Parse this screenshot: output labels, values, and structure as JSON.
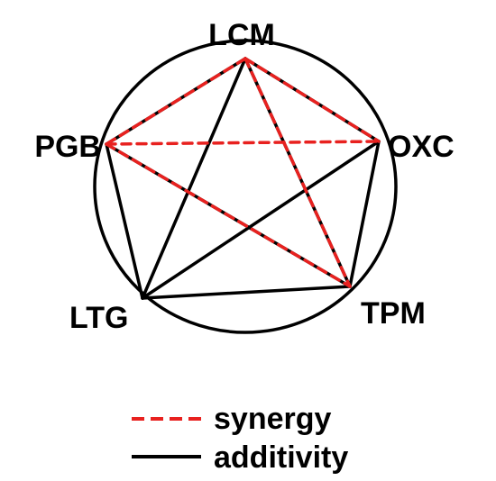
{
  "nodes": [
    {
      "id": "LCM",
      "label": "LCM"
    },
    {
      "id": "OXC",
      "label": "OXC"
    },
    {
      "id": "TPM",
      "label": "TPM"
    },
    {
      "id": "LTG",
      "label": "LTG"
    },
    {
      "id": "PGB",
      "label": "PGB"
    }
  ],
  "edges": [
    {
      "from": "LCM",
      "to": "OXC",
      "type": "synergy"
    },
    {
      "from": "LCM",
      "to": "PGB",
      "type": "synergy"
    },
    {
      "from": "LCM",
      "to": "TPM",
      "type": "synergy"
    },
    {
      "from": "PGB",
      "to": "OXC",
      "type": "synergy"
    },
    {
      "from": "PGB",
      "to": "TPM",
      "type": "synergy"
    },
    {
      "from": "LCM",
      "to": "OXC",
      "type": "additivity"
    },
    {
      "from": "LCM",
      "to": "PGB",
      "type": "additivity"
    },
    {
      "from": "LCM",
      "to": "TPM",
      "type": "additivity"
    },
    {
      "from": "LCM",
      "to": "LTG",
      "type": "additivity"
    },
    {
      "from": "PGB",
      "to": "TPM",
      "type": "additivity"
    },
    {
      "from": "PGB",
      "to": "LTG",
      "type": "additivity"
    },
    {
      "from": "OXC",
      "to": "LTG",
      "type": "additivity"
    },
    {
      "from": "OXC",
      "to": "TPM",
      "type": "additivity"
    },
    {
      "from": "LTG",
      "to": "TPM",
      "type": "additivity"
    }
  ],
  "legend": {
    "synergy": {
      "label": "synergy",
      "color": "#e8211f",
      "style": "dashed"
    },
    "additivity": {
      "label": "additivity",
      "color": "#000000",
      "style": "solid"
    }
  },
  "colors": {
    "circle": "#000000",
    "synergy": "#e8211f",
    "additivity": "#000000"
  }
}
